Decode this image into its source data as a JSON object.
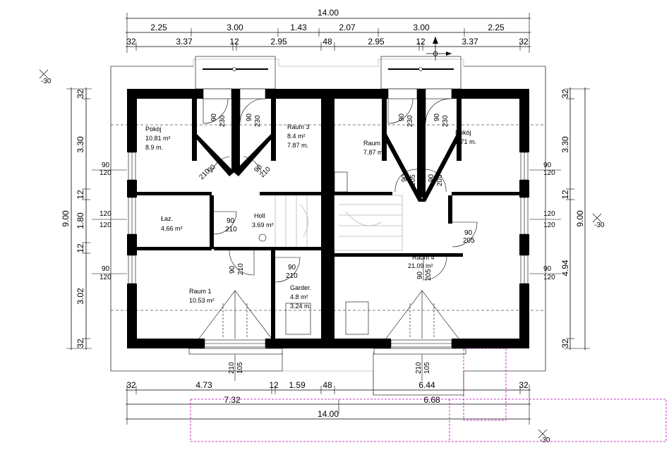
{
  "dimensions": {
    "top_total": "14.00",
    "top_row1": [
      "2.25",
      "3.00",
      "1.43",
      "2.07",
      "3.00",
      "2.25"
    ],
    "top_row2": [
      "32",
      "3.37",
      "12",
      "2.95",
      "48",
      "2.95",
      "12",
      "3.37",
      "32"
    ],
    "bottom_row1": [
      "32",
      "4.73",
      "12",
      "1.59",
      "48",
      "6.44",
      "32"
    ],
    "bottom_row2": [
      "7.32",
      "6.68"
    ],
    "bottom_total": "14.00",
    "left_outer": "9.00",
    "left_inner": [
      "32",
      "3.30",
      "12",
      "1.80",
      "12",
      "3.02",
      "32"
    ],
    "right_outer": "9.00",
    "right_inner": [
      "32",
      "3.30",
      "12",
      "4.94",
      "32"
    ],
    "level_marks": [
      "-30",
      "-30",
      "-30"
    ]
  },
  "rooms": [
    {
      "id": "pokoj-left",
      "name": "Pokój",
      "area": "10.81 m²",
      "perimeter": "8.9 m."
    },
    {
      "id": "raum3",
      "name": "Raum 3",
      "area": "8.4 m²",
      "perimeter": "7.87 m."
    },
    {
      "id": "raum2",
      "name": "Raum 2",
      "area": "7.87 m."
    },
    {
      "id": "pokoj-right",
      "name": "Pokój",
      "area": "8.71 m."
    },
    {
      "id": "lazienka",
      "name": "Łaz.",
      "area": "4.66 m²"
    },
    {
      "id": "holl",
      "name": "Holl",
      "area": "3.69 m²"
    },
    {
      "id": "raum4",
      "name": "Raum 4",
      "area": "21.09 m²"
    },
    {
      "id": "raum1",
      "name": "Raum 1",
      "area": "10.53 m²"
    },
    {
      "id": "garder",
      "name": "Garder.",
      "area": "4.8 m²",
      "perimeter": "3.24 m."
    }
  ],
  "openings": {
    "windows_left_wall": [
      "90",
      "120",
      "120",
      "120",
      "90",
      "120"
    ],
    "windows_right_wall": [
      "90",
      "120",
      "120",
      "120",
      "90",
      "120"
    ],
    "doors": [
      {
        "w": "90",
        "h": "230"
      },
      {
        "w": "90",
        "h": "230"
      },
      {
        "w": "90",
        "h": "230"
      },
      {
        "w": "90",
        "h": "230"
      },
      {
        "w": "90",
        "h": "210"
      },
      {
        "w": "90",
        "h": "210"
      },
      {
        "w": "90",
        "h": "205"
      },
      {
        "w": "90",
        "h": "205"
      },
      {
        "w": "90",
        "h": "210"
      },
      {
        "w": "90",
        "h": "210"
      },
      {
        "w": "90",
        "h": "210"
      },
      {
        "w": "90",
        "h": "205"
      },
      {
        "w": "90",
        "h": "205"
      }
    ],
    "entrance_left": [
      "210",
      "105"
    ],
    "entrance_right": [
      "210",
      "105"
    ]
  }
}
